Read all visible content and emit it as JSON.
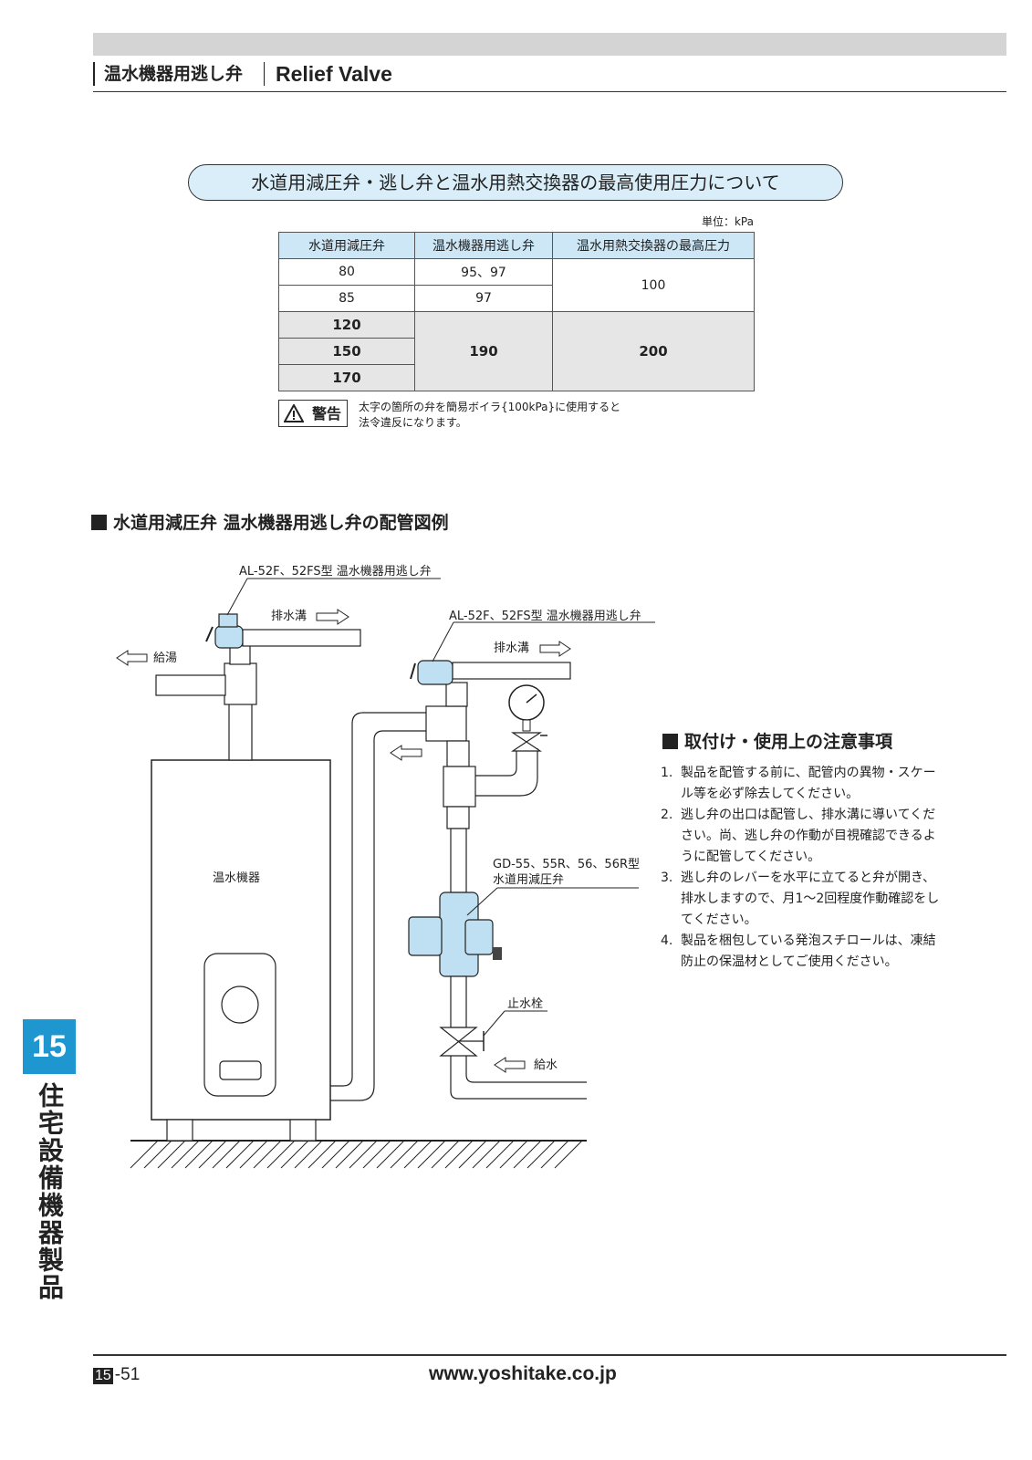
{
  "header": {
    "title_jp": "温水機器用逃し弁",
    "title_en": "Relief Valve"
  },
  "section1": {
    "title": "水道用減圧弁・逃し弁と温水用熱交換器の最高使用圧力について",
    "unit": "単位：kPa",
    "table": {
      "headers": [
        "水道用減圧弁",
        "温水機器用逃し弁",
        "温水用熱交換器の最高圧力"
      ],
      "rows": [
        [
          "80",
          "95、97",
          "100"
        ],
        [
          "85",
          "97",
          ""
        ],
        [
          "120",
          "190",
          "200"
        ],
        [
          "150",
          "",
          ""
        ],
        [
          "170",
          "",
          ""
        ]
      ]
    },
    "warning": {
      "label": "警告",
      "line1": "太字の箇所の弁を簡易ボイラ{100kPa}に使用すると",
      "line2": "法令違反になります。"
    }
  },
  "section2": {
    "title": "水道用減圧弁 温水機器用逃し弁の配管図例",
    "labels": {
      "valve1": "AL-52F、52FS型 温水機器用逃し弁",
      "valve2": "AL-52F、52FS型 温水機器用逃し弁",
      "drain1": "排水溝",
      "drain2": "排水溝",
      "hot_supply": "給湯",
      "heater": "温水機器",
      "reducer_line1": "GD-55、55R、56、56R型",
      "reducer_line2": "水道用減圧弁",
      "stop_valve": "止水栓",
      "water_supply": "給水"
    }
  },
  "notes": {
    "title": "取付け・使用上の注意事項",
    "items": [
      {
        "num": "1.",
        "text": "製品を配管する前に、配管内の異物・スケール等を必ず除去してください。"
      },
      {
        "num": "2.",
        "text": "逃し弁の出口は配管し、排水溝に導いてください。尚、逃し弁の作動が目視確認できるように配管してください。"
      },
      {
        "num": "3.",
        "text": "逃し弁のレバーを水平に立てると弁が開き、排水しますので、月1〜2回程度作動確認をしてください。"
      },
      {
        "num": "4.",
        "text": "製品を梱包している発泡スチロールは、凍結防止の保温材としてご使用ください。"
      }
    ]
  },
  "side": {
    "chapter": "15",
    "label": "住宅設備機器製品"
  },
  "footer": {
    "page_chapter": "15",
    "page_num": "-51",
    "url": "www.yoshitake.co.jp"
  },
  "colors": {
    "accent": "#1e96d0",
    "table_header": "#cde7f6",
    "pill_bg": "#d9eef9",
    "valve_fill": "#bfe0f2"
  }
}
